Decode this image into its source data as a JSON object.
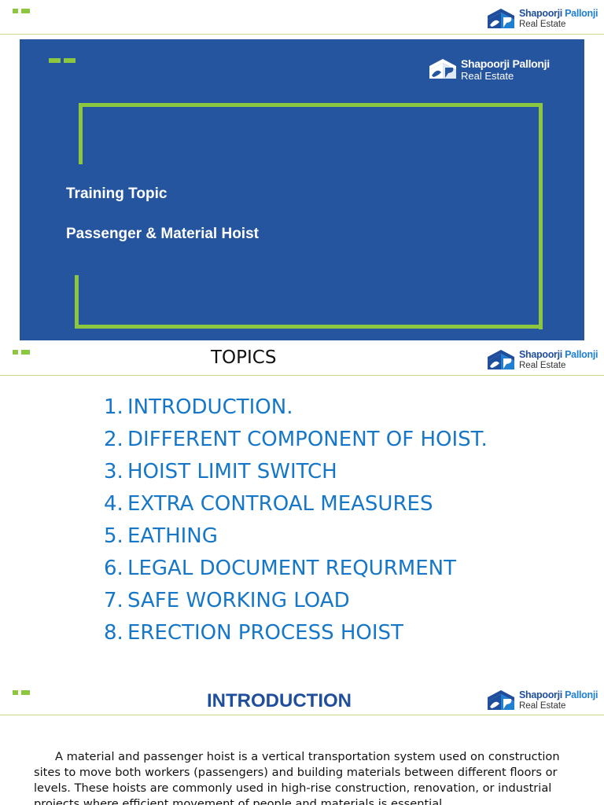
{
  "brand": {
    "name_part1": "Shapoorji",
    "name_part2": "Pallonji",
    "sub": "Real Estate"
  },
  "slide1": {
    "label": "Training Topic",
    "title": "Passenger & Material Hoist"
  },
  "slide2": {
    "title": "TOPICS",
    "items": [
      {
        "num": "1.",
        "text": "INTRODUCTION."
      },
      {
        "num": "2.",
        "text": "DIFFERENT COMPONENT OF HOIST."
      },
      {
        "num": "3.",
        "text": "HOIST LIMIT SWITCH"
      },
      {
        "num": "4.",
        "text": "EXTRA CONTROAL MEASURES"
      },
      {
        "num": "5.",
        "text": "EATHING"
      },
      {
        "num": "6.",
        "text": "LEGAL DOCUMENT REQURMENT"
      },
      {
        "num": "7.",
        "text": "SAFE WORKING LOAD"
      },
      {
        "num": "8.",
        "text": "ERECTION PROCESS HOIST"
      }
    ]
  },
  "slide3": {
    "title": "INTRODUCTION",
    "body": "A material and passenger hoist is a vertical transportation system used on construction sites to move both workers (passengers) and building materials between different floors or levels. These hoists are commonly used in high-rise construction, renovation, or industrial projects where efficient movement of people and materials is essential."
  },
  "colors": {
    "blue": "#2655a0",
    "green": "#8dc63f",
    "topic_blue": "#1677c9"
  }
}
